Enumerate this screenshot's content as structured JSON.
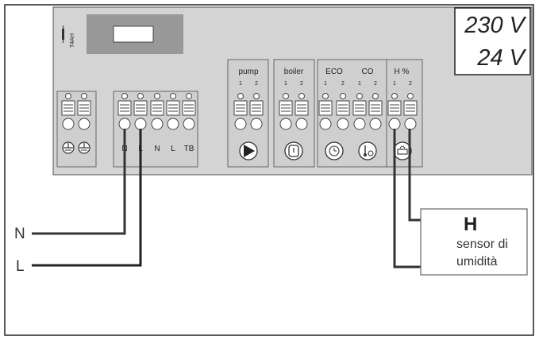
{
  "fuse": {
    "label": "T4AH"
  },
  "voltage": {
    "high": "230 V",
    "low": "24 V"
  },
  "terminals": {
    "ground_left": "",
    "mains": [
      "N",
      "L",
      "N",
      "L",
      "TB"
    ],
    "groups": [
      {
        "name": "pump",
        "pins": [
          "1",
          "2"
        ],
        "icon": "pump-icon"
      },
      {
        "name": "boiler",
        "pins": [
          "1",
          "2"
        ],
        "icon": "boiler-icon"
      },
      {
        "name": "ECO",
        "pins": [
          "1",
          "2"
        ],
        "icon": "clock-icon"
      },
      {
        "name": "CO",
        "pins": [
          "1",
          "2"
        ],
        "icon": "thermostat-icon"
      },
      {
        "name": "H %",
        "pins": [
          "1",
          "2"
        ],
        "icon": "humidity-icon"
      }
    ]
  },
  "wires": {
    "neutral": "N",
    "live": "L"
  },
  "sensor": {
    "symbol": "H",
    "line1": "sensor di",
    "line2": "umidità"
  },
  "colors": {
    "panel": "#d4d4d4",
    "wire": "#333333",
    "frame": "#222222"
  }
}
